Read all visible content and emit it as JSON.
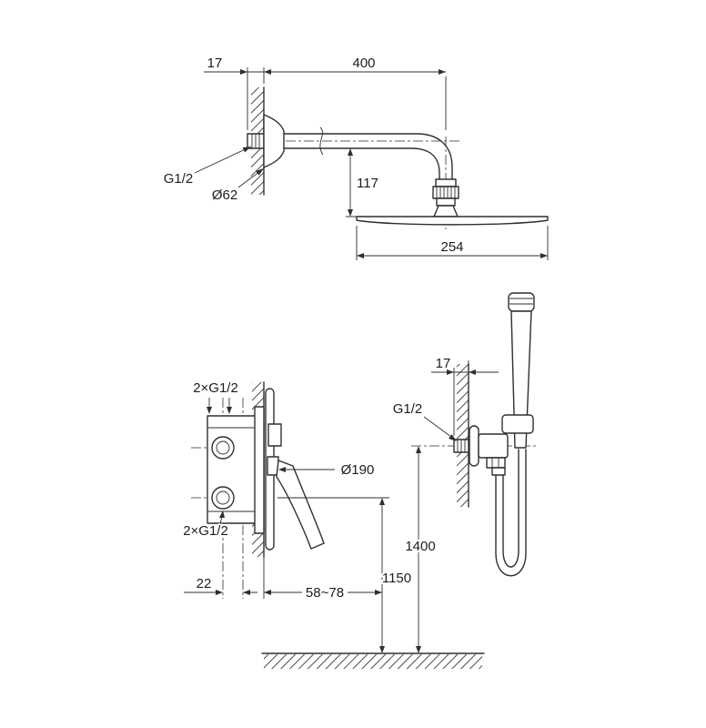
{
  "colors": {
    "line": "#2f2f2f",
    "background": "#ffffff"
  },
  "overhead_shower": {
    "stub_length": "17",
    "arm_length": "400",
    "thread_label": "G1/2",
    "flange_diameter": "Ø62",
    "head_drop": "117",
    "head_diameter": "254"
  },
  "mixer_valve": {
    "top_connections": "2×G1/2",
    "bottom_connections": "2×G1/2",
    "plate_diameter": "Ø190",
    "connection_spacing": "22",
    "installation_depth": "58~78",
    "mounting_height": "1150"
  },
  "hand_shower": {
    "stub_length": "17",
    "thread_label": "G1/2",
    "mounting_height": "1400"
  }
}
